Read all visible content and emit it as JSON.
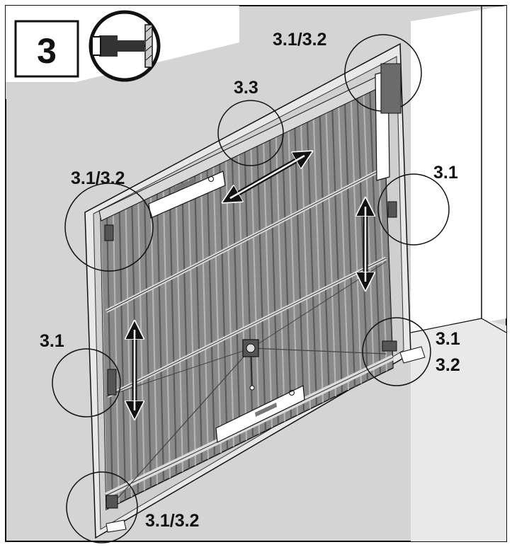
{
  "step": {
    "number": "3",
    "icon": "drill-wall-icon"
  },
  "callouts": [
    {
      "id": "top-right",
      "label": "3.1/3.2"
    },
    {
      "id": "top-center",
      "label": "3.3"
    },
    {
      "id": "top-left",
      "label": "3.1/3.2"
    },
    {
      "id": "mid-right",
      "label": "3.1"
    },
    {
      "id": "mid-left",
      "label": "3.1"
    },
    {
      "id": "bottom-right-a",
      "label": "3.1"
    },
    {
      "id": "bottom-right-b",
      "label": "3.2"
    },
    {
      "id": "bottom-left",
      "label": "3.1/3.2"
    }
  ],
  "colors": {
    "background": "#d3d3d3",
    "door_panel": "#8a8a8a",
    "frame": "#e6e6e6",
    "wall": "#ffffff",
    "line": "#111111"
  },
  "icons": [
    "drill-wall-icon",
    "horizontal-double-arrow-icon",
    "vertical-double-arrow-icon"
  ]
}
